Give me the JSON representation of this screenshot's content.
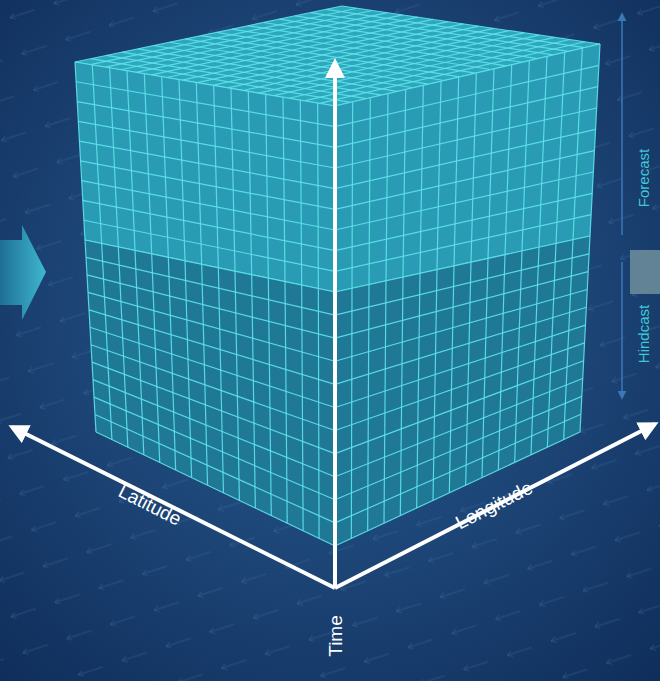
{
  "diagram": {
    "labels": [
      "Latitude",
      "Longitude",
      "Time",
      "Forecast",
      "Hindcast"
    ]
  }
}
